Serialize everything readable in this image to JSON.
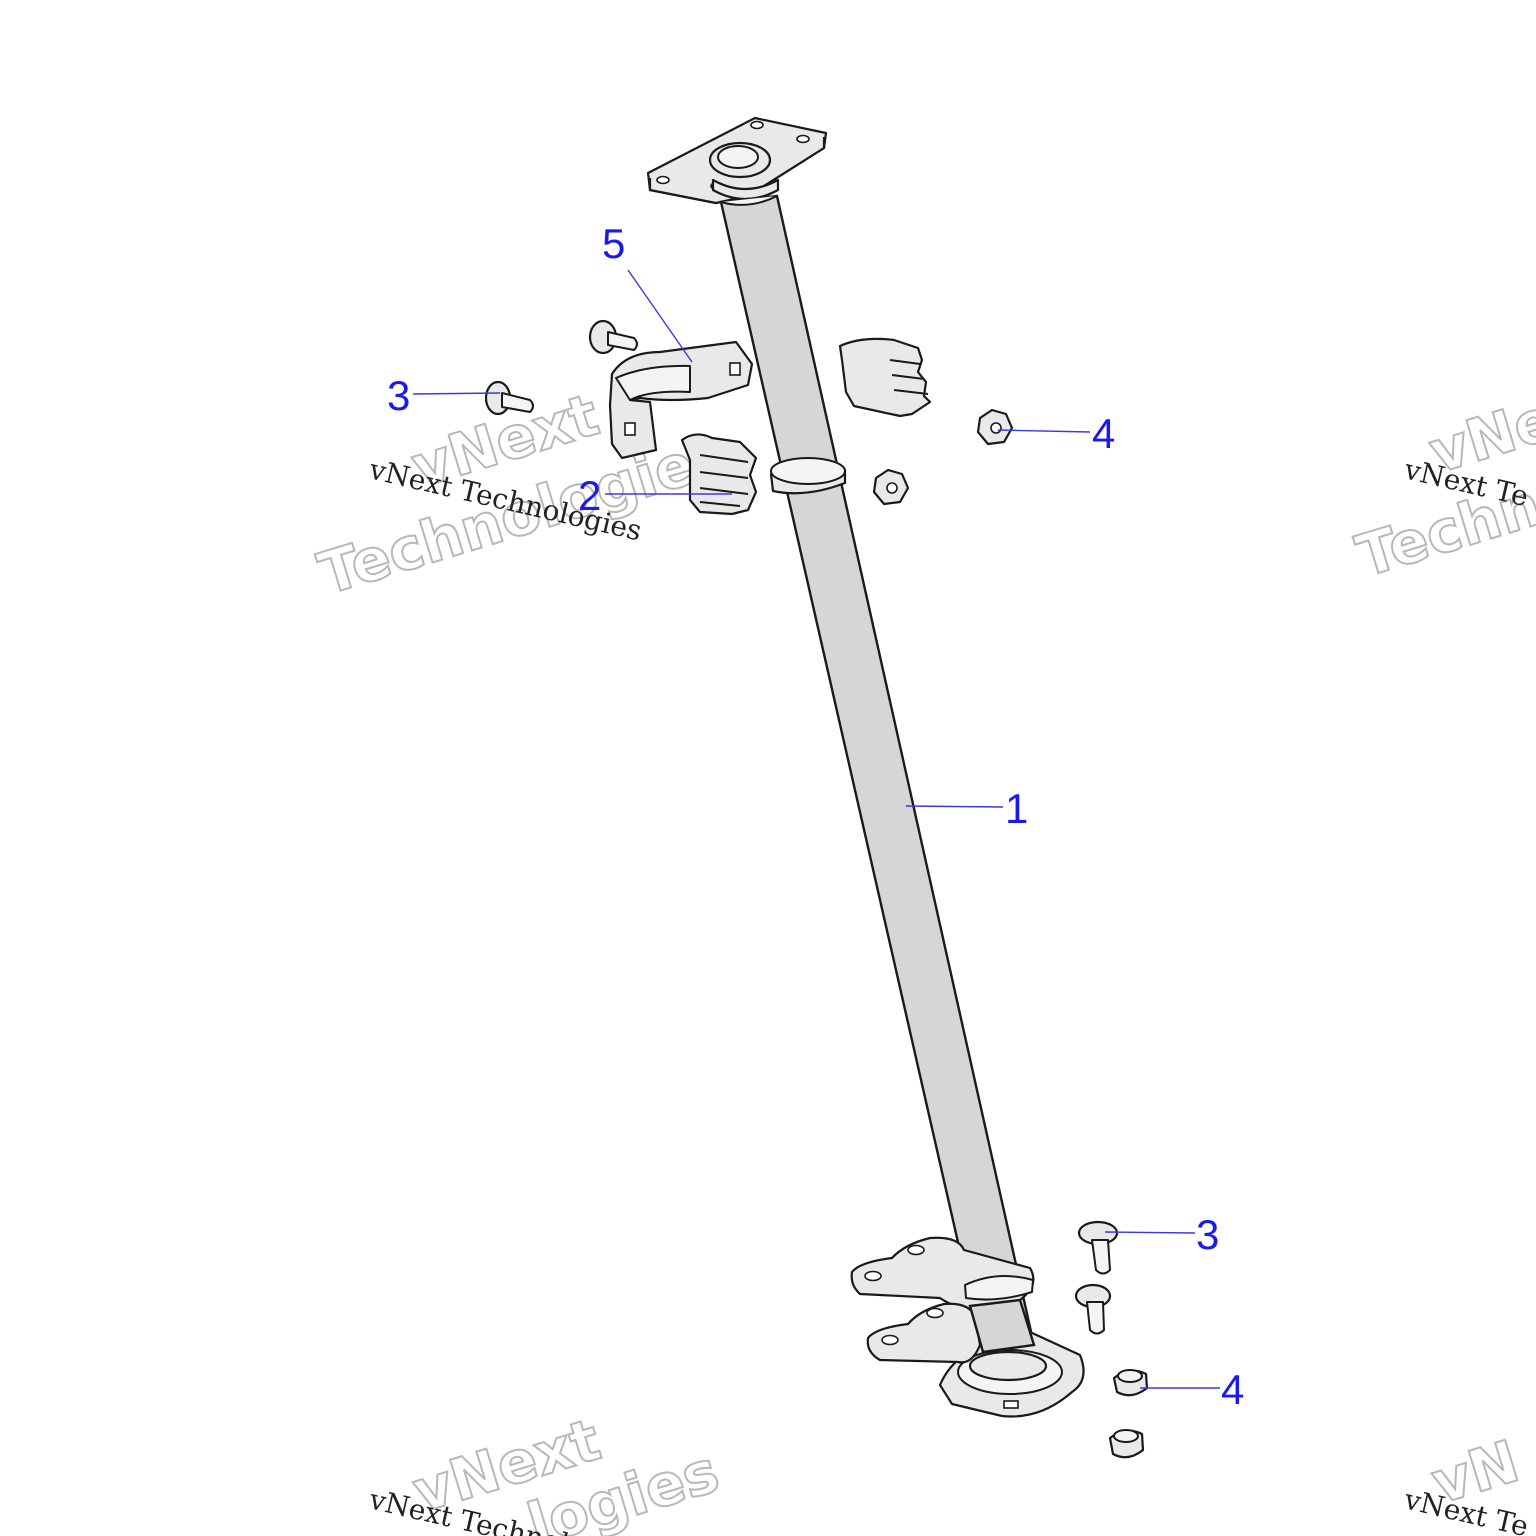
{
  "watermark": {
    "outline_word_1": "vNext",
    "outline_word_2": "Technologies",
    "line": "vNext Technologies",
    "partial_outline_1": "vNe",
    "partial_outline_2": "Techno",
    "partial_line": "vNext Te",
    "bottom_outline_1": "vNext",
    "bottom_outline_2": "logies",
    "bottom_line": "vNext Technolo",
    "bottom_right_outline": "vN",
    "bottom_right_line": "vNext Te"
  },
  "callouts": {
    "tube": "1",
    "inserts": "2",
    "bolt_upper": "3",
    "bolt_lower": "3",
    "nut_upper": "4",
    "nut_lower": "4",
    "clamp": "5"
  },
  "colors": {
    "callout": "#1a1aee",
    "leader": "#3a3ae0",
    "part_fill": "#e9e9e9",
    "tube_fill": "#d6d6d6",
    "outline": "#1a1a1a",
    "watermark": "#b8b8b8"
  }
}
